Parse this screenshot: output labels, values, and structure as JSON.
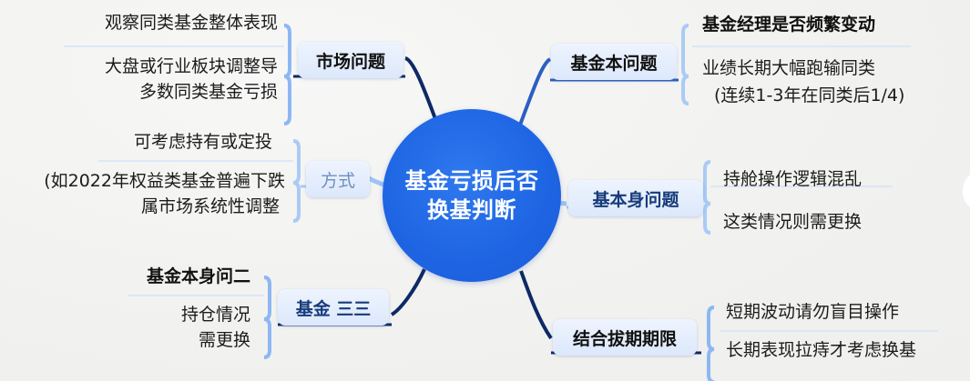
{
  "center": {
    "title_line1": "基金亏损后否",
    "title_line2": "换基判断"
  },
  "branches": [
    {
      "id": "market",
      "label": "市场问题",
      "items": [
        "观察同类基金整体表现",
        "大盘或行业板块调整导",
        "多数同类基金亏损"
      ]
    },
    {
      "id": "method",
      "label": "方式",
      "items": [
        "可考虑持有或定投",
        "(如2022年权益类基金普遍下跌",
        "属市场系统性调整"
      ]
    },
    {
      "id": "fund-self-2",
      "label": "基金 三三",
      "items": [
        "基金本身问二",
        "持仓情况",
        "需更换"
      ]
    },
    {
      "id": "fund-self",
      "label": "基金本问题",
      "items": [
        "基金经理是否频繁变动",
        "业绩长期大幅跑输同类",
        "(连续1-3年在同类后1/4)"
      ]
    },
    {
      "id": "fund-itself",
      "label": "基本身问题",
      "items": [
        "持舱操作逻辑混乱",
        "这类情况则需更换"
      ]
    },
    {
      "id": "combine-period",
      "label": "结合拔期期限",
      "items": [
        "短期波动请勿盲目操作",
        "长期表现拉痔才考虑换基"
      ]
    }
  ],
  "colors": {
    "center_fill": "#1f66e4",
    "dark_link": "#0d2a66",
    "mid_link": "#2c5fc2",
    "light_link": "#9fc3f5",
    "bracket": "#8db7f3",
    "node_fill": "#e4edfc",
    "background": "#f3f3f2"
  }
}
